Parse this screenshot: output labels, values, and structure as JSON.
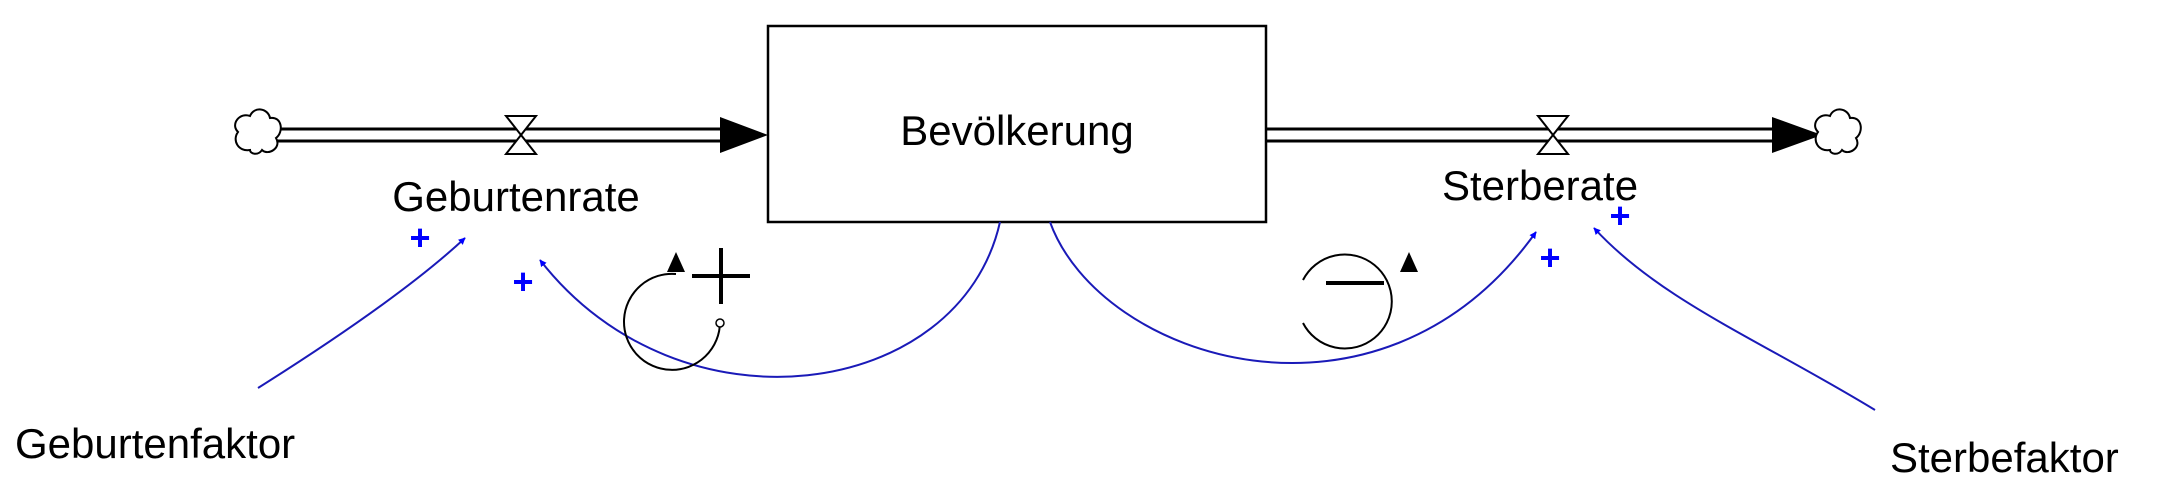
{
  "stock": {
    "label": "Bevölkerung"
  },
  "flows": {
    "inflow": {
      "label": "Geburtenrate"
    },
    "outflow": {
      "label": "Sterberate"
    }
  },
  "auxiliaries": {
    "birth_factor": {
      "label": "Geburtenfaktor"
    },
    "death_factor": {
      "label": "Sterbefaktor"
    }
  },
  "links": {
    "birth_factor_to_birth_rate": {
      "polarity": "+"
    },
    "population_to_birth_rate": {
      "polarity": "+"
    },
    "population_to_death_rate": {
      "polarity": "+"
    },
    "death_factor_to_death_rate": {
      "polarity": "+"
    }
  },
  "loops": {
    "reinforcing": {
      "polarity": "+"
    },
    "balancing": {
      "polarity": "-"
    }
  },
  "colors": {
    "line": "#000000",
    "link": "#1a1ab8",
    "polarity": "#0000ff"
  },
  "icons": {
    "source": "cloud-icon",
    "sink": "cloud-icon",
    "valve": "hourglass-valve-icon"
  }
}
